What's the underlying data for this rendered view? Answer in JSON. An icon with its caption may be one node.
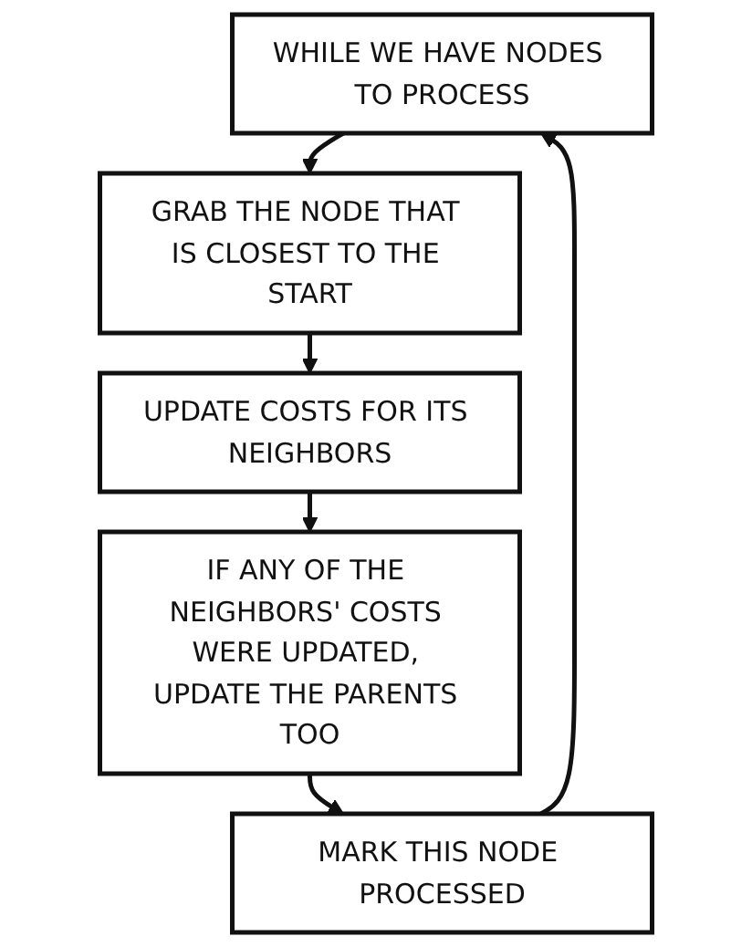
{
  "diagram": {
    "nodes": [
      {
        "text": [
          "WHILE WE HAVE NODES TO PROCESS"
        ]
      },
      {
        "text": [
          "GRAB THE NODE THAT IS CLOSEST TO THE START"
        ]
      },
      {
        "text": [
          "UPDATE COSTS FOR ITS NEIGHBORS"
        ]
      },
      {
        "text": [
          "IF ANY OF THE NEIGHBORS' COSTS WERE UPDATED, UPDATE THE PARENTS TOO"
        ]
      },
      {
        "text": [
          "MARK THIS NODE PROCESSED"
        ]
      }
    ],
    "edges": [
      {
        "from": 0,
        "to": 1,
        "arrow": "to"
      },
      {
        "from": 1,
        "to": 2,
        "arrow": "to"
      },
      {
        "from": 2,
        "to": 3,
        "arrow": "to"
      },
      {
        "from": 3,
        "to": 4,
        "arrow": "to"
      },
      {
        "from": 4,
        "to": 0,
        "arrow": "to"
      }
    ]
  }
}
